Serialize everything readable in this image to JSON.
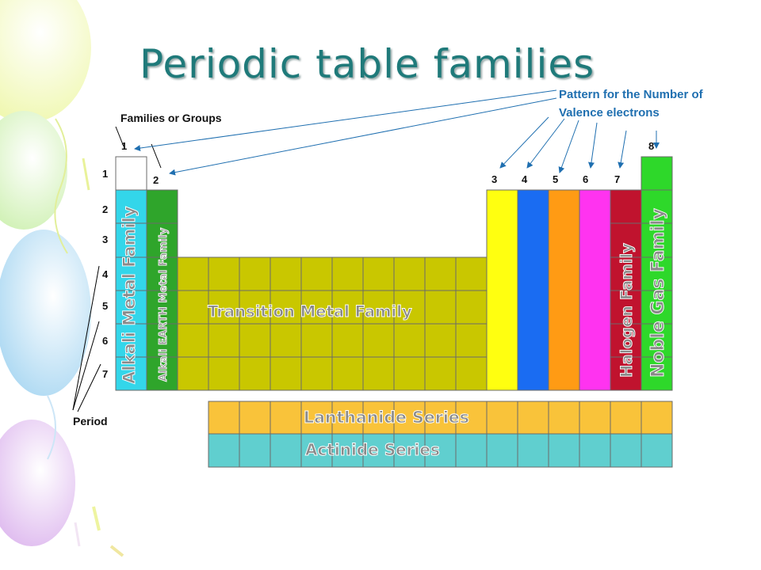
{
  "slide": {
    "title": "Periodic table families",
    "annotation_line1": "Pattern for the Number of",
    "annotation_line2": "Valence electrons"
  },
  "table": {
    "families_label": "Families or Groups",
    "period_label": "Period",
    "group_numbers": [
      "1",
      "2",
      "3",
      "4",
      "5",
      "6",
      "7",
      "8"
    ],
    "period_numbers": [
      "1",
      "2",
      "3",
      "4",
      "5",
      "6",
      "7"
    ],
    "families": {
      "alkali": "Alkali Metal Family",
      "alkali_earth": "Alkali EARTH Metal Family",
      "transition": "Transition Metal Family",
      "halogen": "Halogen Family",
      "noble_gas": "Noble Gas Family",
      "lanthanide": "Lanthanide Series",
      "actinide": "Actinide Series"
    }
  },
  "colors": {
    "title": "#1f7a7a",
    "annotation": "#1f6fb0",
    "alkali": "#33d6ea",
    "alkali_earth": "#2fa52b",
    "transition": "#c9c700",
    "group3": "#ffff10",
    "group4": "#1a6cf2",
    "group5": "#ff9b14",
    "group6": "#ff33f0",
    "halogen": "#c0132e",
    "noble_gas": "#2ed82a",
    "lanthanide": "#f9c33a",
    "actinide": "#60cfcf"
  }
}
